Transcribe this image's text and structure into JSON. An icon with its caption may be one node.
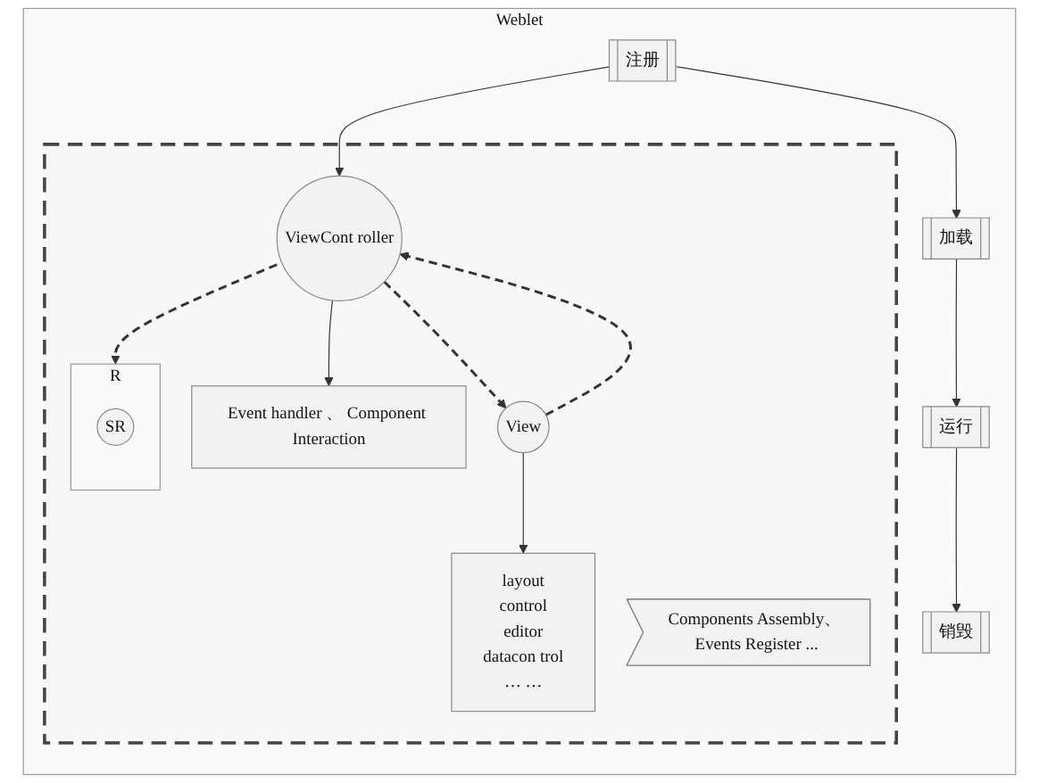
{
  "diagram": {
    "nodes": [
      {
        "text": [
          "Weblet"
        ]
      },
      {
        "text": [
          "注册"
        ],
        "in": 0
      },
      {
        "text": [
          "加载"
        ],
        "in": 0
      },
      {
        "text": [
          "运行"
        ],
        "in": 0
      },
      {
        "text": [
          "销毁"
        ],
        "in": 0
      },
      {
        "text": [],
        "shape": "box",
        "in": 0
      },
      {
        "text": [
          "ViewCont roller"
        ],
        "in": 5
      },
      {
        "text": [
          "Event handler 、 Component Interaction"
        ],
        "in": 5
      },
      {
        "text": [
          "layout",
          "control",
          "editor",
          "datacon trol",
          "… …"
        ],
        "in": 5
      },
      {
        "text": [
          "View"
        ],
        "in": 5
      },
      {
        "text": [
          "Components Assembly、 Events Register ..."
        ],
        "in": 5
      },
      {
        "text": [
          "R"
        ],
        "in": 5
      },
      {
        "text": [
          "SR"
        ],
        "in": 11
      }
    ],
    "edges": [
      {
        "from": 1,
        "to": 2,
        "arrow": "to"
      },
      {
        "from": 2,
        "to": 3,
        "arrow": "to"
      },
      {
        "from": 3,
        "to": 4,
        "arrow": "to"
      },
      {
        "from": 1,
        "to": 6,
        "arrow": "to"
      },
      {
        "from": 6,
        "to": 7,
        "arrow": "to"
      },
      {
        "from": 9,
        "to": 8,
        "arrow": "to"
      },
      {
        "from": 9,
        "to": 6,
        "arrow": "to",
        "style": "dashed"
      },
      {
        "from": 6,
        "to": 9,
        "arrow": "to",
        "style": "dashed"
      },
      {
        "from": 6,
        "to": 11,
        "arrow": "to",
        "style": "dashed"
      }
    ]
  }
}
